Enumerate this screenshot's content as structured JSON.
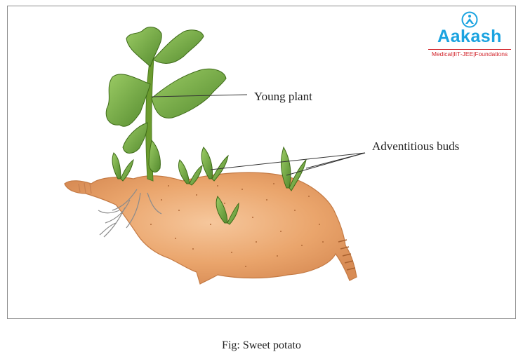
{
  "labels": {
    "young_plant": "Young plant",
    "adventitious_buds": "Adventitious buds"
  },
  "logo": {
    "name": "Aakash",
    "tagline": "Medical|IIT-JEE|Foundations",
    "brand_color": "#1aa3e0",
    "tagline_color": "#d2232a"
  },
  "caption": "Fig: Sweet potato",
  "colors": {
    "tuber": "#e8a872",
    "leaf": "#7cb342",
    "leaf_dark": "#4f7f22",
    "root": "#7a7a7a"
  }
}
